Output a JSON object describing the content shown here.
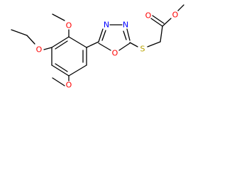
{
  "molecule": {
    "atoms": {
      "o_ethoxy": "O",
      "o_methoxy_top": "O",
      "o_methoxy_bottom": "O",
      "n_left": "N",
      "n_right": "N",
      "o_ring": "O",
      "s_thioether": "S",
      "o_carbonyl": "O",
      "o_ester": "O"
    },
    "colors": {
      "bond": "#000000",
      "oxygen": "#ff0000",
      "nitrogen": "#0000ff",
      "sulfur": "#b8a300"
    }
  }
}
